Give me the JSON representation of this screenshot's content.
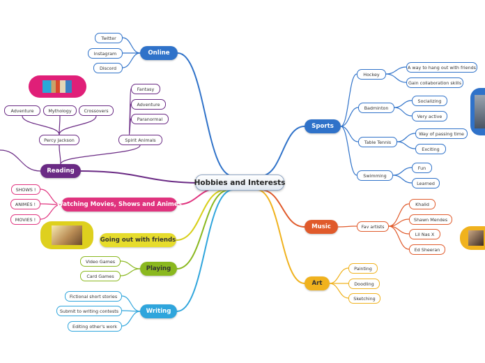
{
  "central": "Hobbies and Interests",
  "colors": {
    "online": "#2f72c9",
    "reading": "#6a2a84",
    "movies": "#e0337e",
    "friends": "#d8cf1a",
    "playing": "#8ab81f",
    "writing": "#2fa5dc",
    "sports": "#2f72c9",
    "music": "#e05a2b",
    "art": "#f0b21e"
  },
  "online": {
    "label": "Online",
    "items": [
      "Twitter",
      "Instagram",
      "Discord"
    ]
  },
  "reading": {
    "label": "Reading",
    "percy": "Percy Jackson",
    "percy_items": [
      "Adventure",
      "Mythology",
      "Crossovers"
    ],
    "spirit": "Spirit Animals",
    "spirit_items": [
      "Fantasy",
      "Adventure",
      "Paranormal"
    ]
  },
  "movies": {
    "label": "Watching Movies, Shows and Animes",
    "items": [
      "SHOWS !",
      "ANIMES !",
      "MOVIES !"
    ]
  },
  "friends": {
    "label": "Going out with friends"
  },
  "playing": {
    "label": "Playing",
    "items": [
      "Video Games",
      "Card Games"
    ]
  },
  "writing": {
    "label": "Writing",
    "items": [
      "Fictional short stories",
      "Submit to writing contests",
      "Editing other's work"
    ]
  },
  "sports": {
    "label": "Sports",
    "hockey": "Hockey",
    "hockey_items": [
      "A way to hang out with friends",
      "Gain collaboration skills"
    ],
    "badminton": "Badminton",
    "badminton_items": [
      "Socializing",
      "Very active"
    ],
    "tabletennis": "Table Tennis",
    "tabletennis_items": [
      "Way of passing time",
      "Exciting"
    ],
    "swimming": "Swimming",
    "swimming_items": [
      "Fun",
      "Learned"
    ]
  },
  "music": {
    "label": "Music",
    "fav": "Fav artists",
    "items": [
      "Khalid",
      "Shawn Mendes",
      "Lil Nas X",
      "Ed Sheeran"
    ]
  },
  "art": {
    "label": "Art",
    "items": [
      "Painting",
      "Doodling",
      "Sketching"
    ]
  }
}
